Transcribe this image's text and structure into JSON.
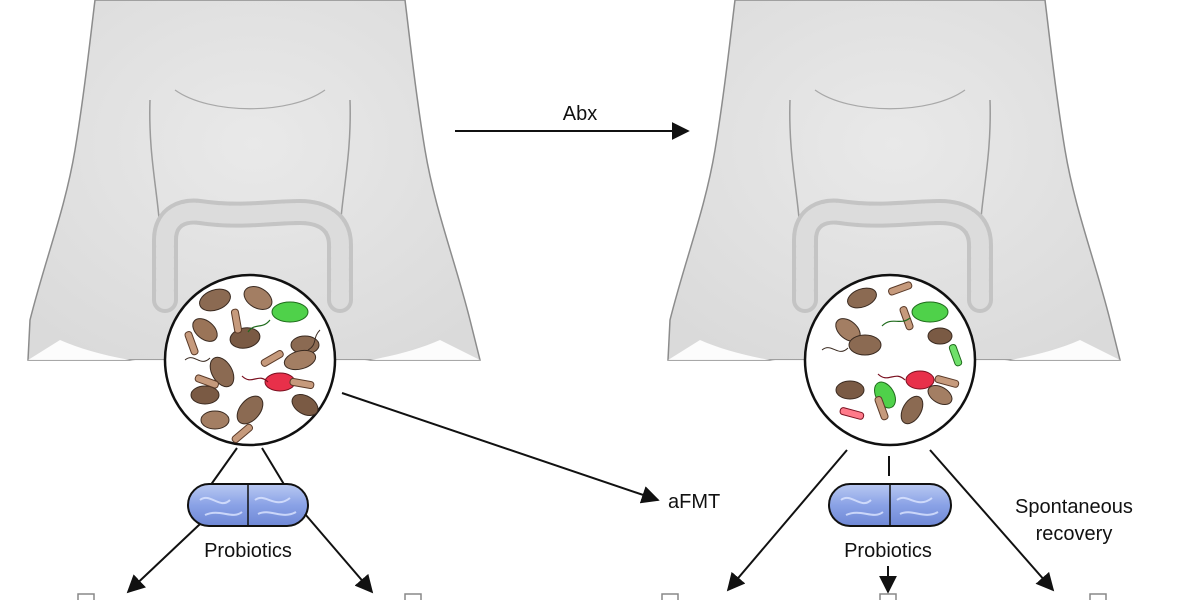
{
  "labels": {
    "abx": "Abx",
    "afmt": "aFMT",
    "probiotics_left": "Probiotics",
    "probiotics_right": "Probiotics",
    "recovery_line1": "Spontaneous",
    "recovery_line2": "recovery"
  },
  "colors": {
    "body_fill": "#e3e3e3",
    "body_stroke": "#8c8c8c",
    "colon_fill": "#d6d6d6",
    "bacteria_brown": "#8b6a52",
    "bacteria_tan": "#c69a7c",
    "bacteria_green": "#4fd14a",
    "bacteria_red": "#e8304a",
    "capsule_blue": "#8fa8e8",
    "arrow": "#111111"
  }
}
